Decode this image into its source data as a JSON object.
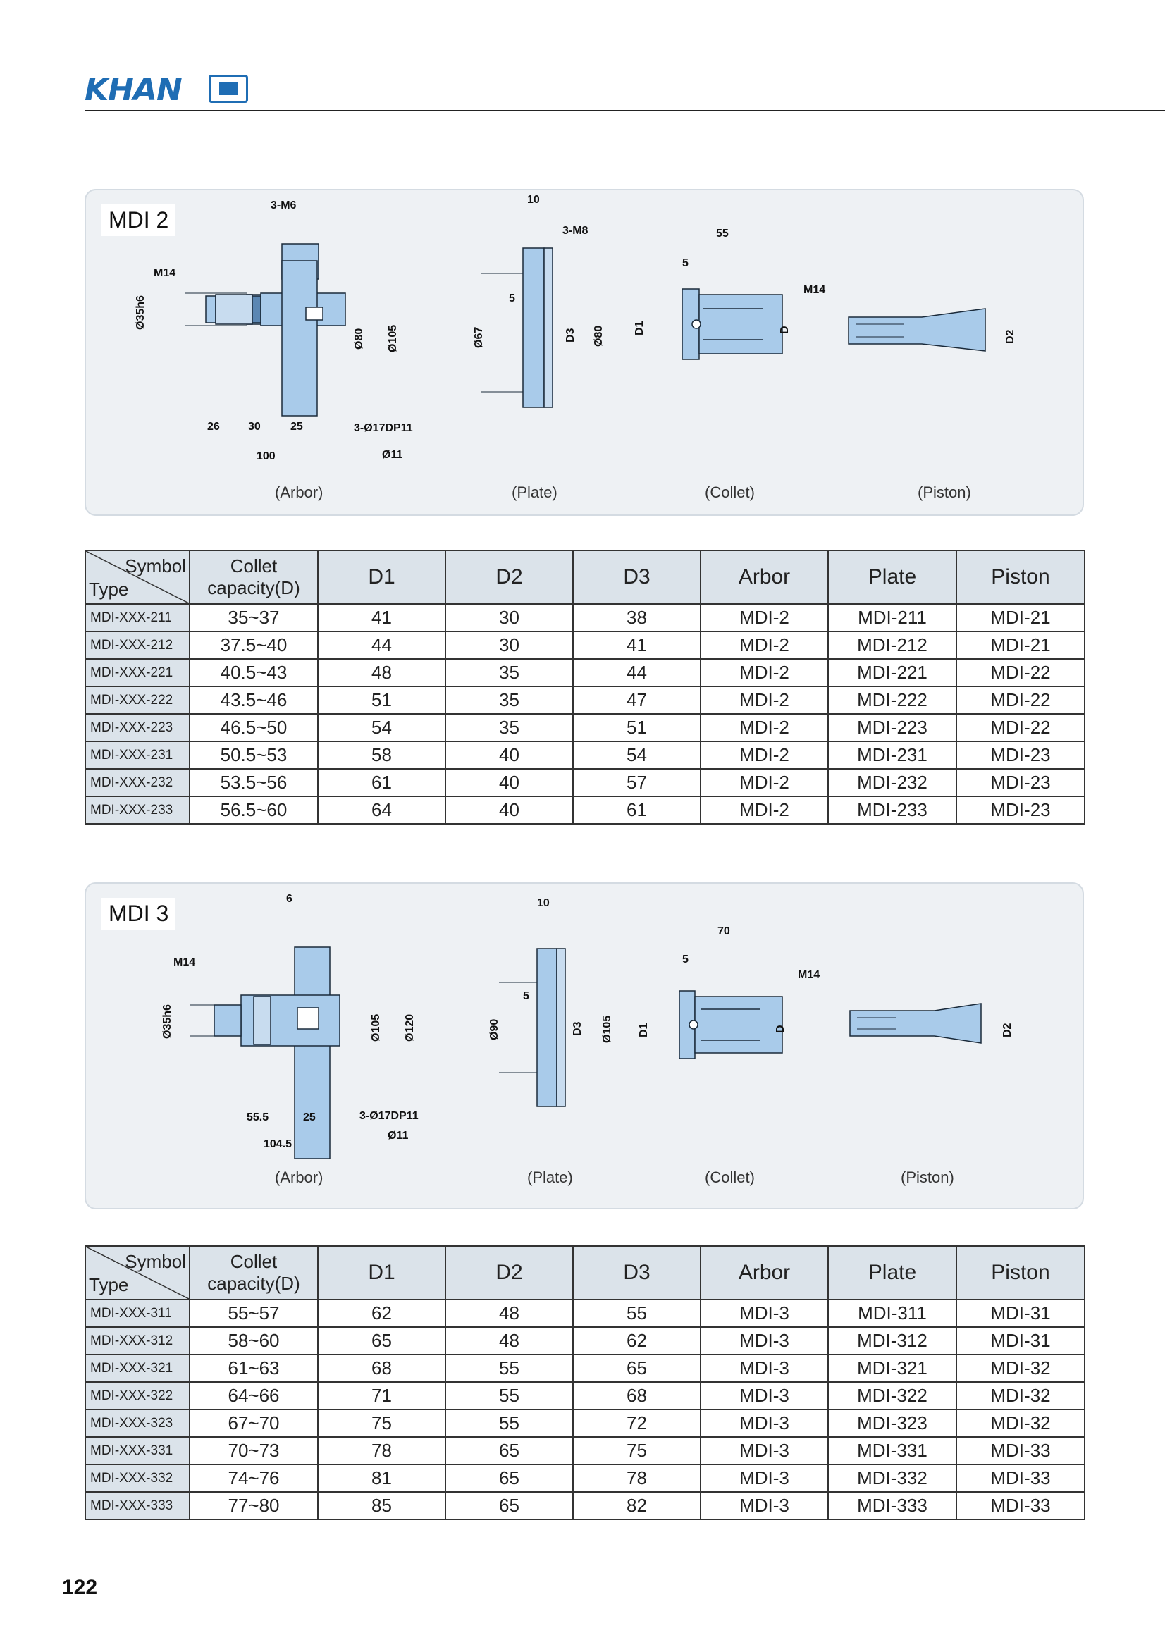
{
  "header": {
    "brand": "KHAN"
  },
  "sections": [
    {
      "title": "MDI 2",
      "captions": {
        "arbor": "(Arbor)",
        "plate": "(Plate)",
        "collet": "(Collet)",
        "piston": "(Piston)"
      },
      "dims": {
        "arbor": [
          "3-M6",
          "M14",
          "Ø35h6",
          "Ø80",
          "Ø105",
          "26",
          "30",
          "25",
          "100",
          "3-Ø17DP11",
          "Ø11"
        ],
        "plate": [
          "10",
          "3-M8",
          "Ø67",
          "5",
          "D3",
          "Ø80"
        ],
        "collet": [
          "55",
          "5",
          "D1",
          "D"
        ],
        "piston": [
          "M14",
          "D2"
        ]
      },
      "table": {
        "headers": [
          "Symbol",
          "Type",
          "Collet capacity(D)",
          "D1",
          "D2",
          "D3",
          "Arbor",
          "Plate",
          "Piston"
        ],
        "rows": [
          [
            "MDI-XXX-211",
            "35~37",
            "41",
            "30",
            "38",
            "MDI-2",
            "MDI-211",
            "MDI-21"
          ],
          [
            "MDI-XXX-212",
            "37.5~40",
            "44",
            "30",
            "41",
            "MDI-2",
            "MDI-212",
            "MDI-21"
          ],
          [
            "MDI-XXX-221",
            "40.5~43",
            "48",
            "35",
            "44",
            "MDI-2",
            "MDI-221",
            "MDI-22"
          ],
          [
            "MDI-XXX-222",
            "43.5~46",
            "51",
            "35",
            "47",
            "MDI-2",
            "MDI-222",
            "MDI-22"
          ],
          [
            "MDI-XXX-223",
            "46.5~50",
            "54",
            "35",
            "51",
            "MDI-2",
            "MDI-223",
            "MDI-22"
          ],
          [
            "MDI-XXX-231",
            "50.5~53",
            "58",
            "40",
            "54",
            "MDI-2",
            "MDI-231",
            "MDI-23"
          ],
          [
            "MDI-XXX-232",
            "53.5~56",
            "61",
            "40",
            "57",
            "MDI-2",
            "MDI-232",
            "MDI-23"
          ],
          [
            "MDI-XXX-233",
            "56.5~60",
            "64",
            "40",
            "61",
            "MDI-2",
            "MDI-233",
            "MDI-23"
          ]
        ]
      }
    },
    {
      "title": "MDI 3",
      "captions": {
        "arbor": "(Arbor)",
        "plate": "(Plate)",
        "collet": "(Collet)",
        "piston": "(Piston)"
      },
      "dims": {
        "arbor": [
          "6",
          "M14",
          "Ø35h6",
          "Ø105",
          "Ø120",
          "55.5",
          "25",
          "104.5",
          "3-Ø17DP11",
          "Ø11"
        ],
        "plate": [
          "10",
          "Ø90",
          "5",
          "D3",
          "Ø105"
        ],
        "collet": [
          "70",
          "5",
          "D1",
          "D"
        ],
        "piston": [
          "M14",
          "D2"
        ]
      },
      "table": {
        "headers": [
          "Symbol",
          "Type",
          "Collet capacity(D)",
          "D1",
          "D2",
          "D3",
          "Arbor",
          "Plate",
          "Piston"
        ],
        "rows": [
          [
            "MDI-XXX-311",
            "55~57",
            "62",
            "48",
            "55",
            "MDI-3",
            "MDI-311",
            "MDI-31"
          ],
          [
            "MDI-XXX-312",
            "58~60",
            "65",
            "48",
            "62",
            "MDI-3",
            "MDI-312",
            "MDI-31"
          ],
          [
            "MDI-XXX-321",
            "61~63",
            "68",
            "55",
            "65",
            "MDI-3",
            "MDI-321",
            "MDI-32"
          ],
          [
            "MDI-XXX-322",
            "64~66",
            "71",
            "55",
            "68",
            "MDI-3",
            "MDI-322",
            "MDI-32"
          ],
          [
            "MDI-XXX-323",
            "67~70",
            "75",
            "55",
            "72",
            "MDI-3",
            "MDI-323",
            "MDI-32"
          ],
          [
            "MDI-XXX-331",
            "70~73",
            "78",
            "65",
            "75",
            "MDI-3",
            "MDI-331",
            "MDI-33"
          ],
          [
            "MDI-XXX-332",
            "74~76",
            "81",
            "65",
            "78",
            "MDI-3",
            "MDI-332",
            "MDI-33"
          ],
          [
            "MDI-XXX-333",
            "77~80",
            "85",
            "65",
            "82",
            "MDI-3",
            "MDI-333",
            "MDI-33"
          ]
        ]
      }
    }
  ],
  "page_number": "122",
  "colors": {
    "brand": "#1f6db4",
    "part_fill": "#a9cbea",
    "panel_bg": "#eef1f4",
    "header_cell": "#dbe3ea"
  }
}
